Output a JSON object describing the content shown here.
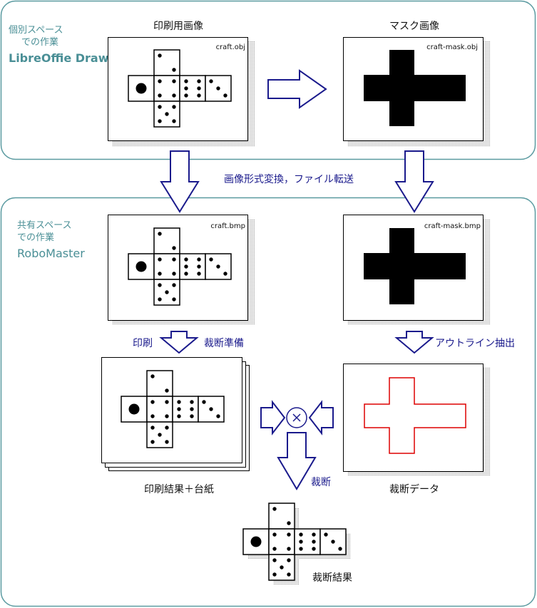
{
  "sections": {
    "personal": {
      "line1": "個別スペース",
      "line2": "での作業",
      "app": "LibreOffie Draw"
    },
    "shared": {
      "line1": "共有スペース",
      "line2": "での作業",
      "app": "RoboMaster"
    }
  },
  "panels": {
    "print_image": "印刷用画像",
    "mask_image": "マスク画像",
    "print_result": "印刷結果＋台紙",
    "cut_data": "裁断データ",
    "cut_result": "裁断結果"
  },
  "files": {
    "craft_obj": "craft.obj",
    "mask_obj": "craft-mask.obj",
    "craft_bmp": "craft.bmp",
    "mask_bmp": "craft-mask.bmp"
  },
  "steps": {
    "convert": "画像形式変換，ファイル転送",
    "print": "印刷",
    "prep": "裁断準備",
    "outline": "アウトライン抽出",
    "cut": "裁断"
  },
  "colors": {
    "frame": "#5a9aa0",
    "arrow": "#1a1a8c",
    "outline": "#dd0000",
    "label_teal": "#4a8f96"
  }
}
